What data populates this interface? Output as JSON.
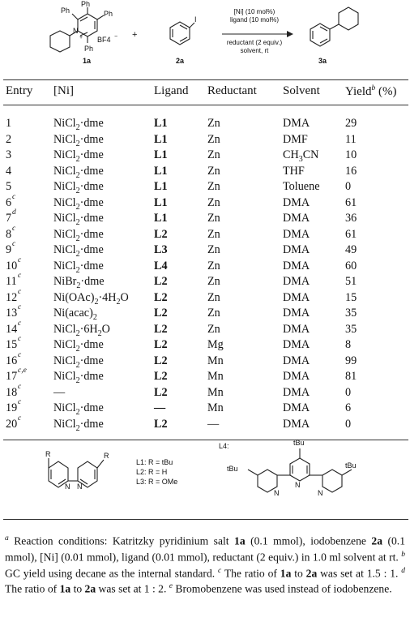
{
  "scheme": {
    "reactant1_label": "1a",
    "reactant2_label": "2a",
    "product_label": "3a",
    "plus": "+",
    "ph": "Ph",
    "counterion": "BF4",
    "charge_plus": "+",
    "charge_minus": "−",
    "nitrogen": "N",
    "iodine": "I",
    "conditions": [
      "[Ni] (10 mol%)",
      "ligand (10 mol%)",
      "reductant (2 equiv.)",
      "solvent, rt"
    ]
  },
  "table": {
    "headers": {
      "entry": "Entry",
      "ni": "[Ni]",
      "ligand": "Ligand",
      "reductant": "Reductant",
      "solvent": "Solvent",
      "yield": "Yield",
      "yield_sup": "b",
      "yield_unit": "(%)"
    },
    "rows": [
      {
        "entry": "1",
        "sup": "",
        "ni": "NiCl2·dme",
        "ligand": "L1",
        "reductant": "Zn",
        "solvent": "DMA",
        "yield": "29"
      },
      {
        "entry": "2",
        "sup": "",
        "ni": "NiCl2·dme",
        "ligand": "L1",
        "reductant": "Zn",
        "solvent": "DMF",
        "yield": "11"
      },
      {
        "entry": "3",
        "sup": "",
        "ni": "NiCl2·dme",
        "ligand": "L1",
        "reductant": "Zn",
        "solvent": "CH3CN",
        "yield": "10"
      },
      {
        "entry": "4",
        "sup": "",
        "ni": "NiCl2·dme",
        "ligand": "L1",
        "reductant": "Zn",
        "solvent": "THF",
        "yield": "16"
      },
      {
        "entry": "5",
        "sup": "",
        "ni": "NiCl2·dme",
        "ligand": "L1",
        "reductant": "Zn",
        "solvent": "Toluene",
        "yield": "0"
      },
      {
        "entry": "6",
        "sup": "c",
        "ni": "NiCl2·dme",
        "ligand": "L1",
        "reductant": "Zn",
        "solvent": "DMA",
        "yield": "61"
      },
      {
        "entry": "7",
        "sup": "d",
        "ni": "NiCl2·dme",
        "ligand": "L1",
        "reductant": "Zn",
        "solvent": "DMA",
        "yield": "36"
      },
      {
        "entry": "8",
        "sup": "c",
        "ni": "NiCl2·dme",
        "ligand": "L2",
        "reductant": "Zn",
        "solvent": "DMA",
        "yield": "61"
      },
      {
        "entry": "9",
        "sup": "c",
        "ni": "NiCl2·dme",
        "ligand": "L3",
        "reductant": "Zn",
        "solvent": "DMA",
        "yield": "49"
      },
      {
        "entry": "10",
        "sup": "c",
        "ni": "NiCl2·dme",
        "ligand": "L4",
        "reductant": "Zn",
        "solvent": "DMA",
        "yield": "60"
      },
      {
        "entry": "11",
        "sup": "c",
        "ni": "NiBr2·dme",
        "ligand": "L2",
        "reductant": "Zn",
        "solvent": "DMA",
        "yield": "51"
      },
      {
        "entry": "12",
        "sup": "c",
        "ni": "Ni(OAc)2·4H2O",
        "ligand": "L2",
        "reductant": "Zn",
        "solvent": "DMA",
        "yield": "15"
      },
      {
        "entry": "13",
        "sup": "c",
        "ni": "Ni(acac)2",
        "ligand": "L2",
        "reductant": "Zn",
        "solvent": "DMA",
        "yield": "35"
      },
      {
        "entry": "14",
        "sup": "c",
        "ni": "NiCl2·6H2O",
        "ligand": "L2",
        "reductant": "Zn",
        "solvent": "DMA",
        "yield": "35"
      },
      {
        "entry": "15",
        "sup": "c",
        "ni": "NiCl2·dme",
        "ligand": "L2",
        "reductant": "Mg",
        "solvent": "DMA",
        "yield": "8"
      },
      {
        "entry": "16",
        "sup": "c",
        "ni": "NiCl2·dme",
        "ligand": "L2",
        "reductant": "Mn",
        "solvent": "DMA",
        "yield": "99"
      },
      {
        "entry": "17",
        "sup": "c,e",
        "ni": "NiCl2·dme",
        "ligand": "L2",
        "reductant": "Mn",
        "solvent": "DMA",
        "yield": "81"
      },
      {
        "entry": "18",
        "sup": "c",
        "ni": "—",
        "ligand": "L2",
        "reductant": "Mn",
        "solvent": "DMA",
        "yield": "0"
      },
      {
        "entry": "19",
        "sup": "c",
        "ni": "NiCl2·dme",
        "ligand": "—",
        "reductant": "Mn",
        "solvent": "DMA",
        "yield": "6"
      },
      {
        "entry": "20",
        "sup": "c",
        "ni": "NiCl2·dme",
        "ligand": "L2",
        "reductant": "—",
        "solvent": "DMA",
        "yield": "0"
      }
    ]
  },
  "ligands": {
    "r_label": "R",
    "n_label": "N",
    "defs": [
      "L1:  R = tBu",
      "L2:  R = H",
      "L3:  R = OMe"
    ],
    "l4_label": "L4:",
    "tbu": "tBu"
  },
  "footnote": {
    "a": "a",
    "a_text_1": " Reaction conditions: Katritzky pyridinium salt ",
    "a_1a": "1a",
    "a_text_2": " (0.1 mmol), iodobenzene ",
    "a_2a": "2a",
    "a_text_3": " (0.1 mmol), [Ni] (0.01 mmol), ligand (0.01 mmol), reductant (2 equiv.) in 1.0 ml solvent at rt. ",
    "b": "b",
    "b_text": " GC yield using decane as the internal standard. ",
    "c": "c",
    "c_text_1": " The ratio of ",
    "c_1a": "1a",
    "c_text_2": " to ",
    "c_2a": "2a",
    "c_text_3": " was set at 1.5 : 1. ",
    "d": "d",
    "d_text_1": " The ratio of ",
    "d_1a": "1a",
    "d_text_2": " to ",
    "d_2a": "2a",
    "d_text_3": " was set at 1 : 2. ",
    "e": "e",
    "e_text": " Bromobenzene was used instead of iodobenzene."
  }
}
